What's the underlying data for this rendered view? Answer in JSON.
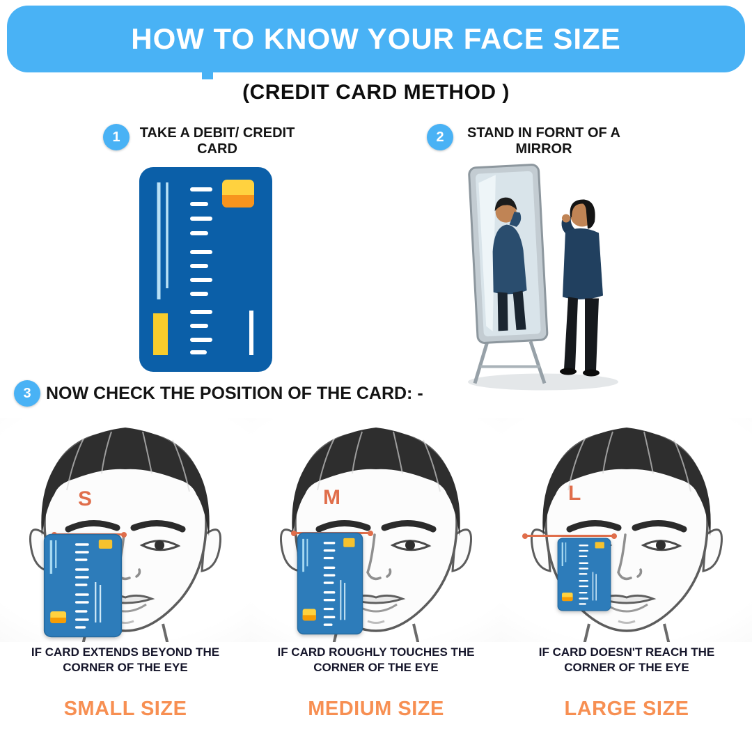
{
  "header": {
    "title": "HOW TO KNOW YOUR FACE SIZE"
  },
  "subtitle": "(CREDIT CARD METHOD )",
  "steps": [
    {
      "number": "1",
      "label": "TAKE A DEBIT/ CREDIT CARD"
    },
    {
      "number": "2",
      "label": "STAND IN FORNT OF A MIRROR"
    },
    {
      "number": "3",
      "label": "NOW CHECK THE POSITION OF THE CARD: -"
    }
  ],
  "panels": [
    {
      "letter": "S",
      "caption": "IF CARD EXTENDS BEYOND THE CORNER OF THE EYE",
      "size_label": "SMALL SIZE"
    },
    {
      "letter": "M",
      "caption": "IF CARD ROUGHLY TOUCHES THE CORNER OF THE EYE",
      "size_label": "MEDIUM SIZE"
    },
    {
      "letter": "L",
      "caption": "IF CARD DOESN'T REACH THE CORNER OF THE EYE",
      "size_label": "LARGE SIZE"
    }
  ],
  "illustrations": {
    "step1": "credit-card-illustration",
    "step2": "man-in-front-of-mirror-illustration",
    "panels": "male-face-outline-with-card-overlay"
  },
  "colors": {
    "accent_blue": "#49b2f5",
    "orange": "#f78f52",
    "letter_orange": "#e06e4b",
    "card_dark_blue": "#0b5fa8",
    "card_light_blue": "#2d7cba",
    "chip_yellow": "#ffd23f",
    "chip_orange": "#f7941d"
  }
}
